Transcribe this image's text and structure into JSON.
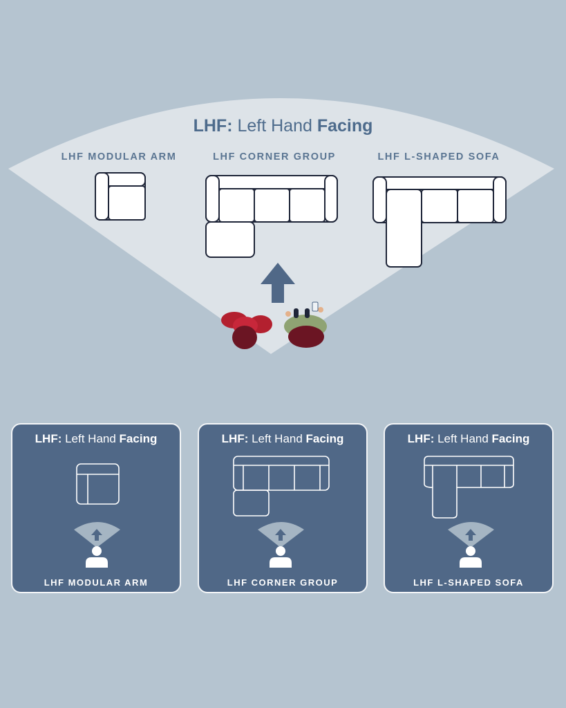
{
  "main": {
    "title": {
      "abbr": "LHF:",
      "middle": " Left Hand ",
      "bold": "Facing"
    },
    "labels": [
      "LHF MODULAR ARM",
      "LHF CORNER GROUP",
      "LHF L-SHAPED SOFA"
    ]
  },
  "cards": [
    {
      "title": {
        "abbr": "LHF:",
        "middle": " Left Hand ",
        "bold": "Facing"
      },
      "label": "LHF MODULAR ARM"
    },
    {
      "title": {
        "abbr": "LHF:",
        "middle": " Left Hand ",
        "bold": "Facing"
      },
      "label": "LHF CORNER GROUP"
    },
    {
      "title": {
        "abbr": "LHF:",
        "middle": " Left Hand ",
        "bold": "Facing"
      },
      "label": "LHF L-SHAPED SOFA"
    }
  ],
  "colors": {
    "background": "#b5c4d0",
    "viewing_cone": "#dde3e8",
    "accent_blue": "#506887",
    "heading_text": "#4d6b8c",
    "sofa_outline": "#1e2538"
  },
  "icons": [
    "up-arrow-icon",
    "person-icon",
    "modular-arm-icon",
    "corner-group-icon",
    "l-shaped-sofa-icon"
  ]
}
